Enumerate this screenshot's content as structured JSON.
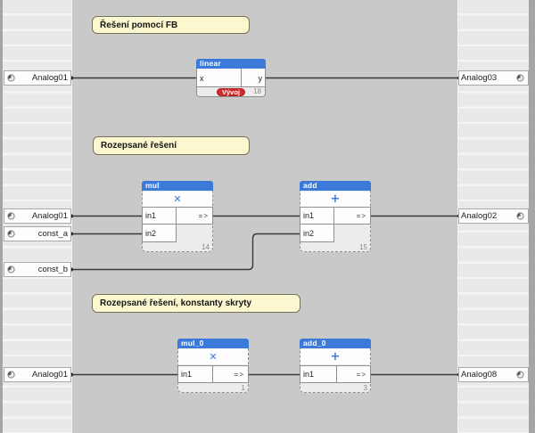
{
  "comments": [
    {
      "label": "Řešení pomocí FB"
    },
    {
      "label": "Rozepsané řešení"
    },
    {
      "label": "Rozepsané řešení, konstanty skryty"
    }
  ],
  "left_vars": [
    {
      "label": "Analog01"
    },
    {
      "label": "Analog01"
    },
    {
      "label": "const_a"
    },
    {
      "label": "const_b"
    },
    {
      "label": "Analog01"
    }
  ],
  "right_vars": [
    {
      "label": "Analog03"
    },
    {
      "label": "Analog02"
    },
    {
      "label": "Analog08"
    }
  ],
  "blocks": {
    "linear": {
      "name": "linear",
      "input": "x",
      "output": "y",
      "badge": "Vývoj",
      "num": "18"
    },
    "mul": {
      "name": "mul",
      "symbol": "✕",
      "in1": "in1",
      "in2": "in2",
      "output": "=>",
      "num": "14"
    },
    "add": {
      "name": "add",
      "symbol": "+",
      "in1": "in1",
      "in2": "in2",
      "output": "=>",
      "num": "15"
    },
    "mul_0": {
      "name": "mul_0",
      "symbol": "✕",
      "in1": "in1",
      "output": "=>",
      "num": "1"
    },
    "add_0": {
      "name": "add_0",
      "symbol": "+",
      "in1": "in1",
      "output": "=>",
      "num": "3"
    }
  },
  "colors": {
    "header_blue": "#3b7ad8",
    "badge_red": "#d22b2b",
    "comment_yellow": "#fbf8d0",
    "canvas_gray": "#c9c9c9",
    "wire": "#3a3a3a"
  }
}
